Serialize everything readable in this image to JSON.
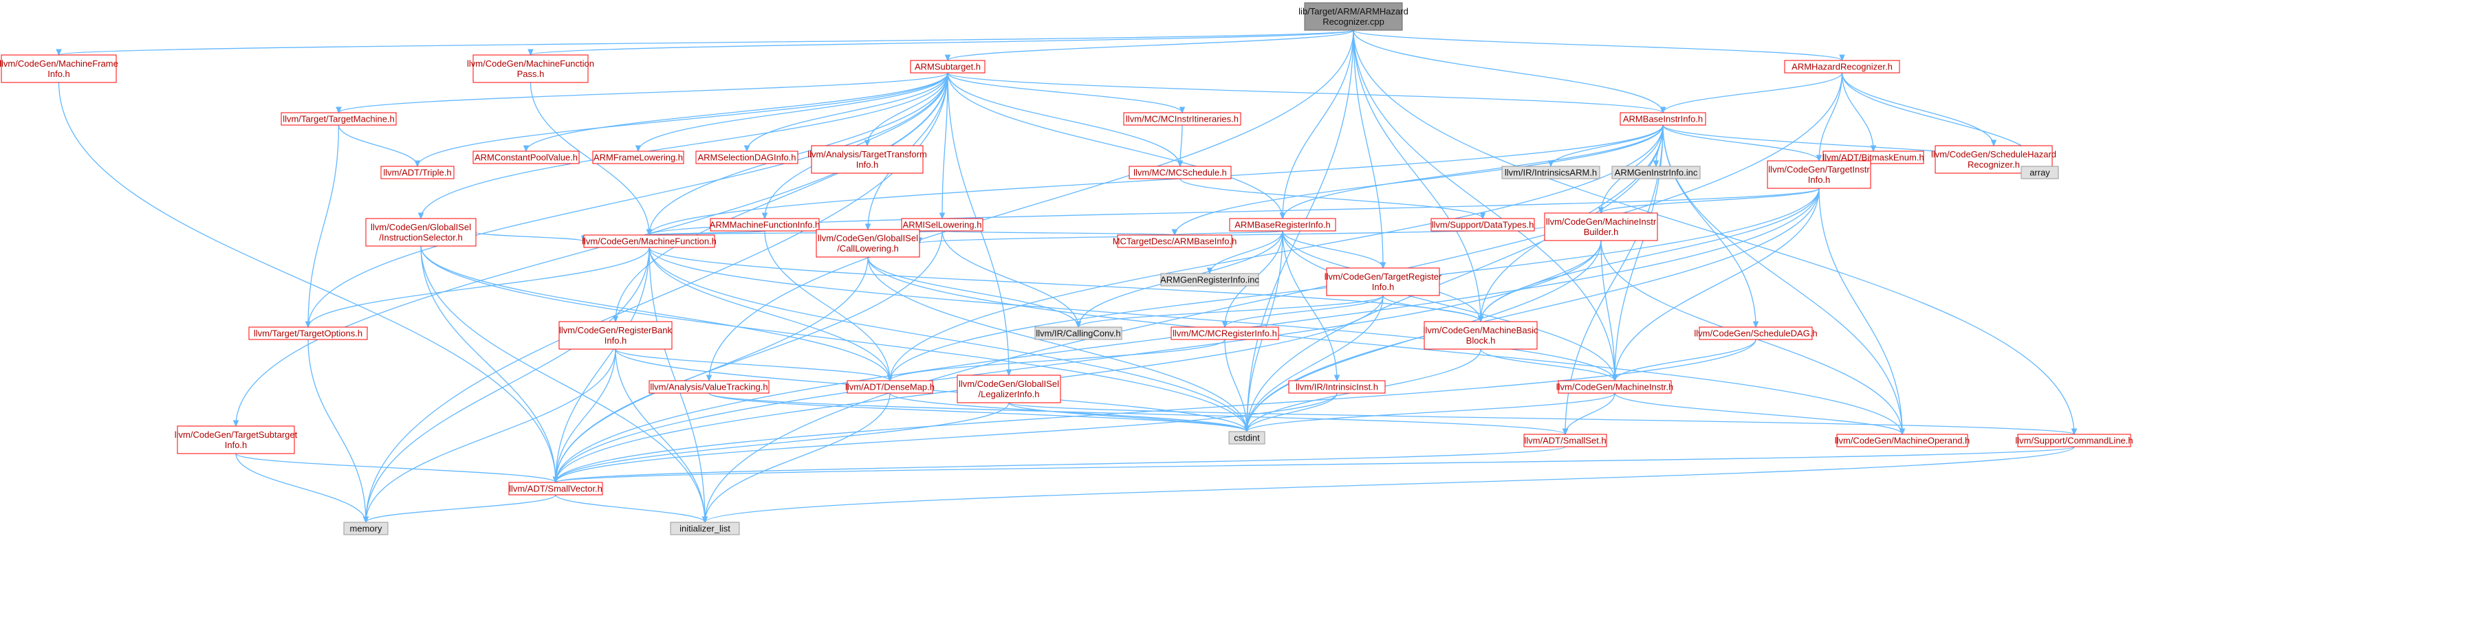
{
  "nodes": {
    "root": "lib/Target/ARM/ARMHazardRecognizer.cpp",
    "frameinfo": "llvm/CodeGen/MachineFrameInfo.h",
    "mfpass": "llvm/CodeGen/MachineFunctionPass.h",
    "subtarget": "ARMSubtarget.h",
    "hazardh": "ARMHazardRecognizer.h",
    "targetmachine": "llvm/Target/TargetMachine.h",
    "cpv": "ARMConstantPoolValue.h",
    "framelower": "ARMFrameLowering.h",
    "seldag": "ARMSelectionDAGInfo.h",
    "tti": "llvm/Analysis/TargetTransformInfo.h",
    "itin": "llvm/MC/MCInstrItineraries.h",
    "baseinstr": "ARMBaseInstrInfo.h",
    "bitmask": "llvm/ADT/BitmaskEnum.h",
    "schedhaz": "llvm/CodeGen/ScheduleHazardRecognizer.h",
    "triple": "llvm/ADT/Triple.h",
    "mcsched": "llvm/MC/MCSchedule.h",
    "intrarm": "llvm/IR/IntrinsicsARM.h",
    "geninstr": "ARMGenInstrInfo.inc",
    "tgtinstr": "llvm/CodeGen/TargetInstrInfo.h",
    "array": "array",
    "instrsel": "llvm/CodeGen/GlobalISel/InstructionSelector.h",
    "mfinfo": "ARMMachineFunctionInfo.h",
    "isel": "ARMISelLowering.h",
    "basereg": "ARMBaseRegisterInfo.h",
    "datatypes": "llvm/Support/DataTypes.h",
    "mibuilder": "llvm/CodeGen/MachineInstrBuilder.h",
    "mf": "llvm/CodeGen/MachineFunction.h",
    "calllower": "llvm/CodeGen/GlobalISel/CallLowering.h",
    "mcbase": "MCTargetDesc/ARMBaseInfo.h",
    "genreg": "ARMGenRegisterInfo.inc",
    "tgtreg": "llvm/CodeGen/TargetRegisterInfo.h",
    "targetopts": "llvm/Target/TargetOptions.h",
    "rbinfo": "llvm/CodeGen/RegisterBankInfo.h",
    "callconv": "llvm/IR/CallingConv.h",
    "mcreg": "llvm/MC/MCRegisterInfo.h",
    "mbb": "llvm/CodeGen/MachineBasicBlock.h",
    "schedag": "llvm/CodeGen/ScheduleDAG.h",
    "densemap": "llvm/ADT/DenseMap.h",
    "valtrack": "llvm/Analysis/ValueTracking.h",
    "legal": "llvm/CodeGen/GlobalISel/LegalizerInfo.h",
    "intrinst": "llvm/IR/IntrinsicInst.h",
    "mi": "llvm/CodeGen/MachineInstr.h",
    "cstdint": "cstdint",
    "smallset": "llvm/ADT/SmallSet.h",
    "mop": "llvm/CodeGen/MachineOperand.h",
    "cmdline": "llvm/Support/CommandLine.h",
    "tsi": "llvm/CodeGen/TargetSubtargetInfo.h",
    "smallvec": "llvm/ADT/SmallVector.h",
    "memory": "memory",
    "initlist": "initializer_list"
  },
  "node_lines": {
    "root": [
      "lib/Target/ARM/ARMHazard",
      "Recognizer.cpp"
    ],
    "frameinfo": [
      "llvm/CodeGen/MachineFrame",
      "Info.h"
    ],
    "mfpass": [
      "llvm/CodeGen/MachineFunction",
      "Pass.h"
    ],
    "subtarget": [
      "ARMSubtarget.h"
    ],
    "hazardh": [
      "ARMHazardRecognizer.h"
    ],
    "targetmachine": [
      "llvm/Target/TargetMachine.h"
    ],
    "cpv": [
      "ARMConstantPoolValue.h"
    ],
    "framelower": [
      "ARMFrameLowering.h"
    ],
    "seldag": [
      "ARMSelectionDAGInfo.h"
    ],
    "tti": [
      "llvm/Analysis/TargetTransform",
      "Info.h"
    ],
    "itin": [
      "llvm/MC/MCInstrItineraries.h"
    ],
    "baseinstr": [
      "ARMBaseInstrInfo.h"
    ],
    "bitmask": [
      "llvm/ADT/BitmaskEnum.h"
    ],
    "schedhaz": [
      "llvm/CodeGen/ScheduleHazard",
      "Recognizer.h"
    ],
    "triple": [
      "llvm/ADT/Triple.h"
    ],
    "mcsched": [
      "llvm/MC/MCSchedule.h"
    ],
    "intrarm": [
      "llvm/IR/IntrinsicsARM.h"
    ],
    "geninstr": [
      "ARMGenInstrInfo.inc"
    ],
    "tgtinstr": [
      "llvm/CodeGen/TargetInstr",
      "Info.h"
    ],
    "array": [
      "array"
    ],
    "instrsel": [
      "llvm/CodeGen/GlobalISel",
      "/InstructionSelector.h"
    ],
    "mfinfo": [
      "ARMMachineFunctionInfo.h"
    ],
    "isel": [
      "ARMISelLowering.h"
    ],
    "basereg": [
      "ARMBaseRegisterInfo.h"
    ],
    "datatypes": [
      "llvm/Support/DataTypes.h"
    ],
    "mibuilder": [
      "llvm/CodeGen/MachineInstr",
      "Builder.h"
    ],
    "mf": [
      "llvm/CodeGen/MachineFunction.h"
    ],
    "calllower": [
      "llvm/CodeGen/GlobalISel",
      "/CallLowering.h"
    ],
    "mcbase": [
      "MCTargetDesc/ARMBaseInfo.h"
    ],
    "genreg": [
      "ARMGenRegisterInfo.inc"
    ],
    "tgtreg": [
      "llvm/CodeGen/TargetRegister",
      "Info.h"
    ],
    "targetopts": [
      "llvm/Target/TargetOptions.h"
    ],
    "rbinfo": [
      "llvm/CodeGen/RegisterBank",
      "Info.h"
    ],
    "callconv": [
      "llvm/IR/CallingConv.h"
    ],
    "mcreg": [
      "llvm/MC/MCRegisterInfo.h"
    ],
    "mbb": [
      "llvm/CodeGen/MachineBasic",
      "Block.h"
    ],
    "schedag": [
      "llvm/CodeGen/ScheduleDAG.h"
    ],
    "densemap": [
      "llvm/ADT/DenseMap.h"
    ],
    "valtrack": [
      "llvm/Analysis/ValueTracking.h"
    ],
    "legal": [
      "llvm/CodeGen/GlobalISel",
      "/LegalizerInfo.h"
    ],
    "intrinst": [
      "llvm/IR/IntrinsicInst.h"
    ],
    "mi": [
      "llvm/CodeGen/MachineInstr.h"
    ],
    "cstdint": [
      "cstdint"
    ],
    "smallset": [
      "llvm/ADT/SmallSet.h"
    ],
    "mop": [
      "llvm/CodeGen/MachineOperand.h"
    ],
    "cmdline": [
      "llvm/Support/CommandLine.h"
    ],
    "tsi": [
      "llvm/CodeGen/TargetSubtarget",
      "Info.h"
    ],
    "smallvec": [
      "llvm/ADT/SmallVector.h"
    ],
    "memory": [
      "memory"
    ],
    "initlist": [
      "initializer_list"
    ]
  },
  "node_kind": {
    "root": "root",
    "intrarm": "gray",
    "geninstr": "gray",
    "array": "gray",
    "genreg": "gray",
    "callconv": "gray",
    "cstdint": "gray",
    "memory": "gray",
    "initlist": "gray"
  },
  "edges": [
    [
      "root",
      "frameinfo"
    ],
    [
      "root",
      "mfpass"
    ],
    [
      "root",
      "subtarget"
    ],
    [
      "root",
      "hazardh"
    ],
    [
      "root",
      "baseinstr"
    ],
    [
      "root",
      "basereg"
    ],
    [
      "root",
      "tgtreg"
    ],
    [
      "root",
      "valtrack"
    ],
    [
      "root",
      "cmdline"
    ],
    [
      "root",
      "mbb"
    ],
    [
      "root",
      "mi"
    ],
    [
      "root",
      "cstdint"
    ],
    [
      "frameinfo",
      "smallvec"
    ],
    [
      "mfpass",
      "mf"
    ],
    [
      "subtarget",
      "targetmachine"
    ],
    [
      "subtarget",
      "cpv"
    ],
    [
      "subtarget",
      "framelower"
    ],
    [
      "subtarget",
      "seldag"
    ],
    [
      "subtarget",
      "tti"
    ],
    [
      "subtarget",
      "itin"
    ],
    [
      "subtarget",
      "baseinstr"
    ],
    [
      "subtarget",
      "triple"
    ],
    [
      "subtarget",
      "mcsched"
    ],
    [
      "subtarget",
      "instrsel"
    ],
    [
      "subtarget",
      "mfinfo"
    ],
    [
      "subtarget",
      "isel"
    ],
    [
      "subtarget",
      "basereg"
    ],
    [
      "subtarget",
      "mf"
    ],
    [
      "subtarget",
      "calllower"
    ],
    [
      "subtarget",
      "targetopts"
    ],
    [
      "subtarget",
      "legal"
    ],
    [
      "subtarget",
      "tsi"
    ],
    [
      "subtarget",
      "rbinfo"
    ],
    [
      "subtarget",
      "memory"
    ],
    [
      "hazardh",
      "baseinstr"
    ],
    [
      "hazardh",
      "bitmask"
    ],
    [
      "hazardh",
      "schedhaz"
    ],
    [
      "hazardh",
      "array"
    ],
    [
      "hazardh",
      "initlist"
    ],
    [
      "hazardh",
      "tgtinstr"
    ],
    [
      "targetmachine",
      "triple"
    ],
    [
      "targetmachine",
      "targetopts"
    ],
    [
      "itin",
      "mcsched"
    ],
    [
      "mcsched",
      "datatypes"
    ],
    [
      "baseinstr",
      "intrarm"
    ],
    [
      "baseinstr",
      "geninstr"
    ],
    [
      "baseinstr",
      "tgtinstr"
    ],
    [
      "baseinstr",
      "array"
    ],
    [
      "baseinstr",
      "mibuilder"
    ],
    [
      "baseinstr",
      "basereg"
    ],
    [
      "baseinstr",
      "mcbase"
    ],
    [
      "baseinstr",
      "mbb"
    ],
    [
      "baseinstr",
      "mi"
    ],
    [
      "baseinstr",
      "schedag"
    ],
    [
      "baseinstr",
      "smallset"
    ],
    [
      "baseinstr",
      "mop"
    ],
    [
      "baseinstr",
      "densemap"
    ],
    [
      "baseinstr",
      "cstdint"
    ],
    [
      "baseinstr",
      "mf"
    ],
    [
      "tgtinstr",
      "mibuilder"
    ],
    [
      "tgtinstr",
      "mbb"
    ],
    [
      "tgtinstr",
      "mi"
    ],
    [
      "tgtinstr",
      "mop"
    ],
    [
      "tgtinstr",
      "densemap"
    ],
    [
      "tgtinstr",
      "smallvec"
    ],
    [
      "tgtinstr",
      "mf"
    ],
    [
      "tgtinstr",
      "cstdint"
    ],
    [
      "instrsel",
      "mf"
    ],
    [
      "instrsel",
      "smallvec"
    ],
    [
      "instrsel",
      "densemap"
    ],
    [
      "instrsel",
      "cstdint"
    ],
    [
      "instrsel",
      "initlist"
    ],
    [
      "mfinfo",
      "mf"
    ],
    [
      "mfinfo",
      "densemap"
    ],
    [
      "isel",
      "mf"
    ],
    [
      "isel",
      "callconv"
    ],
    [
      "isel",
      "mcbase"
    ],
    [
      "isel",
      "smallvec"
    ],
    [
      "basereg",
      "genreg"
    ],
    [
      "basereg",
      "tgtreg"
    ],
    [
      "basereg",
      "mcreg"
    ],
    [
      "basereg",
      "mbb"
    ],
    [
      "basereg",
      "mi"
    ],
    [
      "basereg",
      "mcbase"
    ],
    [
      "basereg",
      "callconv"
    ],
    [
      "basereg",
      "cstdint"
    ],
    [
      "basereg",
      "intrinst"
    ],
    [
      "mibuilder",
      "mbb"
    ],
    [
      "mibuilder",
      "mi"
    ],
    [
      "mibuilder",
      "mop"
    ],
    [
      "mibuilder",
      "calllower"
    ],
    [
      "mibuilder",
      "cstdint"
    ],
    [
      "mibuilder",
      "smallvec"
    ],
    [
      "mf",
      "targetopts"
    ],
    [
      "mf",
      "densemap"
    ],
    [
      "mf",
      "smallvec"
    ],
    [
      "mf",
      "mbb"
    ],
    [
      "mf",
      "mi"
    ],
    [
      "mf",
      "cstdint"
    ],
    [
      "mf",
      "memory"
    ],
    [
      "mf",
      "initlist"
    ],
    [
      "calllower",
      "callconv"
    ],
    [
      "calllower",
      "smallvec"
    ],
    [
      "calllower",
      "cstdint"
    ],
    [
      "calllower",
      "mop"
    ],
    [
      "tgtreg",
      "mcreg"
    ],
    [
      "tgtreg",
      "mbb"
    ],
    [
      "tgtreg",
      "callconv"
    ],
    [
      "tgtreg",
      "cstdint"
    ],
    [
      "tgtreg",
      "smallvec"
    ],
    [
      "rbinfo",
      "densemap"
    ],
    [
      "rbinfo",
      "smallvec"
    ],
    [
      "rbinfo",
      "cstdint"
    ],
    [
      "rbinfo",
      "memory"
    ],
    [
      "rbinfo",
      "initlist"
    ],
    [
      "mcreg",
      "densemap"
    ],
    [
      "mcreg",
      "cstdint"
    ],
    [
      "mbb",
      "mi"
    ],
    [
      "mbb",
      "cstdint"
    ],
    [
      "schedag",
      "mi"
    ],
    [
      "schedag",
      "smallvec"
    ],
    [
      "densemap",
      "initlist"
    ],
    [
      "densemap",
      "cstdint"
    ],
    [
      "valtrack",
      "smallset"
    ],
    [
      "valtrack",
      "cstdint"
    ],
    [
      "legal",
      "smallvec"
    ],
    [
      "legal",
      "cmdline"
    ],
    [
      "legal",
      "cstdint"
    ],
    [
      "intrinst",
      "cstdint"
    ],
    [
      "intrinst",
      "smallvec"
    ],
    [
      "mi",
      "smallset"
    ],
    [
      "mi",
      "mop"
    ],
    [
      "mi",
      "cstdint"
    ],
    [
      "smallset",
      "smallvec"
    ],
    [
      "cmdline",
      "smallvec"
    ],
    [
      "cmdline",
      "initlist"
    ],
    [
      "tsi",
      "smallvec"
    ],
    [
      "tsi",
      "memory"
    ],
    [
      "smallvec",
      "memory"
    ],
    [
      "smallvec",
      "initlist"
    ],
    [
      "targetopts",
      "memory"
    ]
  ]
}
